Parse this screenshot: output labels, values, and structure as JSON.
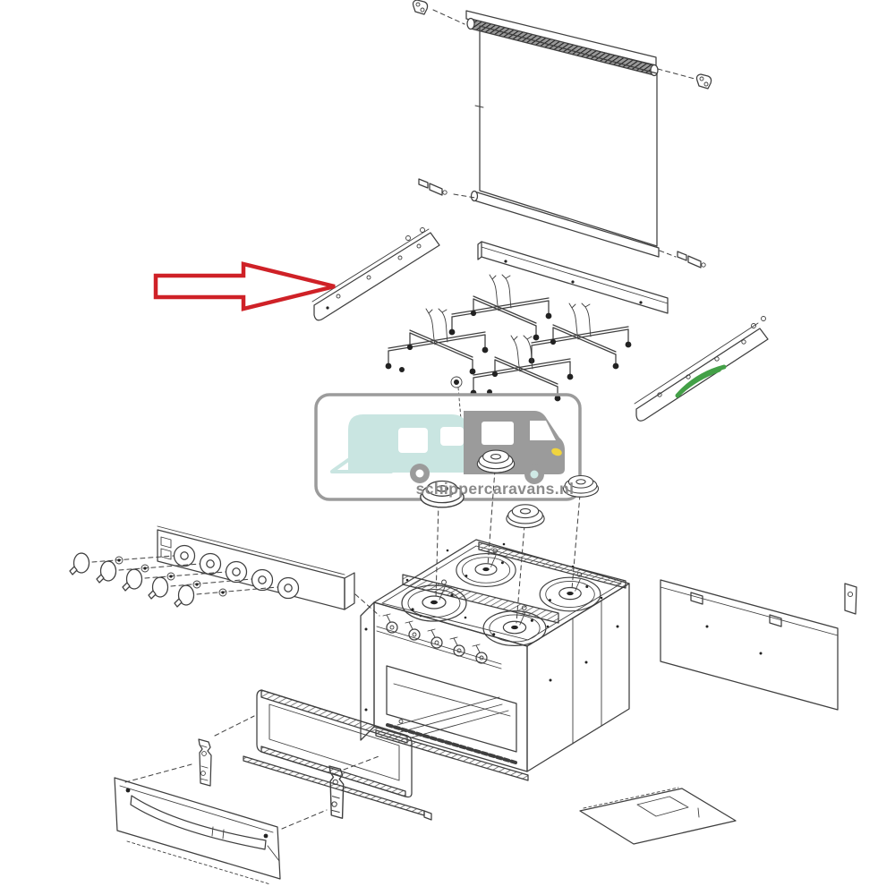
{
  "image_type": "exploded-parts-diagram",
  "watermark": {
    "text": "schippercaravans.nl"
  },
  "colors": {
    "line": "#3f3f3f",
    "arrow_red": "#cf2127",
    "highlight_green": "#43a047",
    "watermark_gray": "#9b9b9b",
    "watermark_teal": "#c9e5e1",
    "watermark_hub": "#cfe9e5",
    "headlight_yellow": "#f0d43e",
    "text_gray": "#8a8a8a"
  },
  "annotations": {
    "arrow": {
      "shape": "hollow-right-arrow",
      "color_key": "arrow_red",
      "points_to": "left-mounting-rail"
    },
    "highlight": {
      "shape": "curved-swoosh",
      "color_key": "highlight_green",
      "on": "right-mounting-rail"
    }
  },
  "parts": [
    "lid-hinge-bar",
    "glass-lid",
    "lid-hinge-left",
    "lid-hinge-right",
    "lid-pivot-pin-left",
    "lid-pivot-pin-right",
    "rear-trim-rail",
    "left-mounting-rail",
    "right-mounting-rail",
    "pan-support-1",
    "pan-support-2",
    "pan-support-3",
    "pan-support-4",
    "burner-cap-1",
    "burner-cap-2",
    "burner-cap-3",
    "burner-cap-4",
    "control-panel",
    "control-knob-1",
    "control-knob-2",
    "control-knob-3",
    "control-knob-4",
    "control-knob-5",
    "cooker-body",
    "hob-burner-1",
    "hob-burner-2",
    "hob-burner-3",
    "hob-burner-4",
    "gas-taps",
    "oven-cavity",
    "right-side-panel",
    "side-panel-bracket",
    "oven-door-frame",
    "door-hinge-left",
    "door-hinge-right",
    "bottom-trim-rail",
    "oven-door",
    "door-handle",
    "heat-shield-panel"
  ]
}
